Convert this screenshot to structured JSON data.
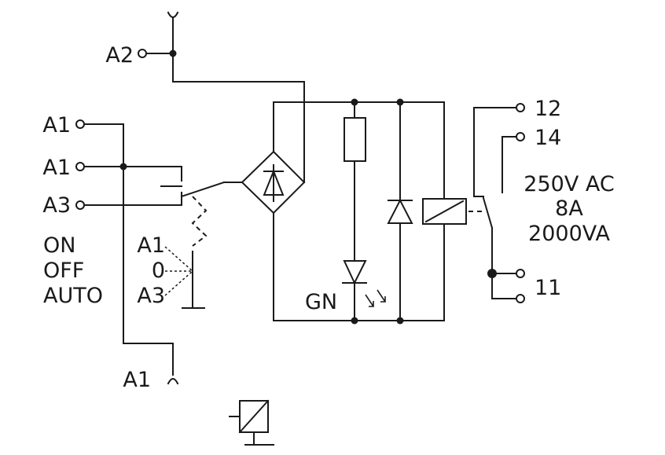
{
  "terminals": {
    "a2": "A2",
    "a1_top": "A1",
    "a1_mid": "A1",
    "a3": "A3",
    "a1_bottom": "A1",
    "t12": "12",
    "t14": "14",
    "t11": "11"
  },
  "mode_labels": [
    "ON",
    "OFF",
    "AUTO"
  ],
  "switch_positions": [
    "A1",
    "0",
    "A3"
  ],
  "led_label": "GN",
  "ratings": [
    "250V  AC",
    "8A",
    "2000VA"
  ]
}
